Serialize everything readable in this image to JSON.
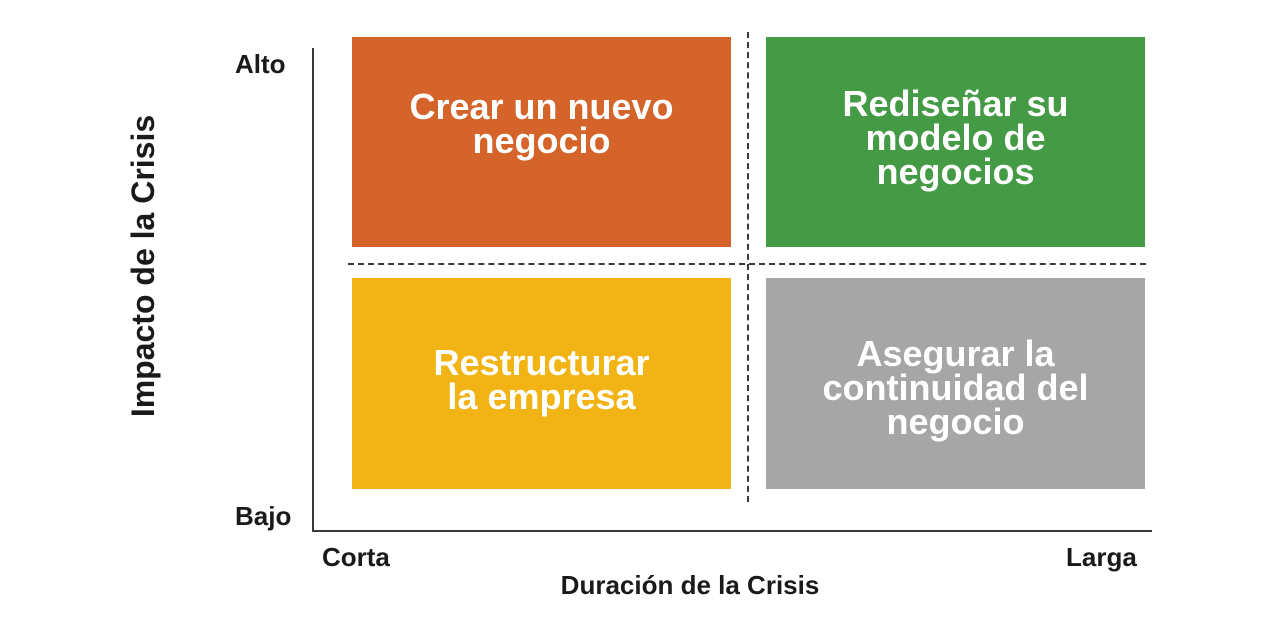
{
  "axes": {
    "y_title": "Impacto de la Crisis",
    "x_title": "Duración de la Crisis",
    "y_high": "Alto",
    "y_low": "Bajo",
    "x_low": "Corta",
    "x_high": "Larga"
  },
  "quadrants": {
    "top_left": {
      "lines": [
        "Crear un nuevo",
        "negocio"
      ],
      "color": "#D4642A"
    },
    "top_right": {
      "lines": [
        "Rediseñar su",
        "modelo de",
        "negocios"
      ],
      "color": "#459A46"
    },
    "bottom_left": {
      "lines": [
        "Restructurar",
        "la empresa"
      ],
      "color": "#F1B414"
    },
    "bottom_right": {
      "lines": [
        "Asegurar la",
        "continuidad del",
        "negocio"
      ],
      "color": "#A6A6A6"
    }
  },
  "colors": {
    "axis": "#3A3A3A",
    "text": "#1A1A1A"
  }
}
